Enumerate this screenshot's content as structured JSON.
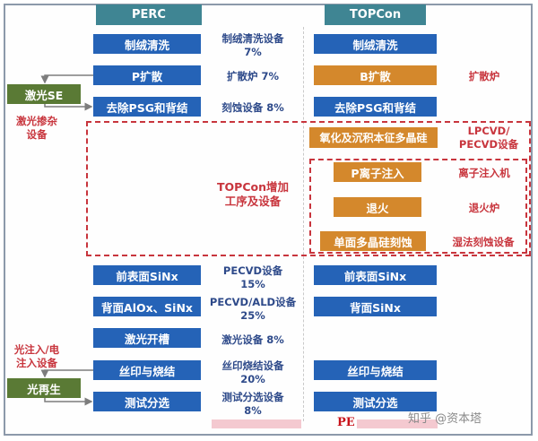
{
  "headers": {
    "perc": "PERC",
    "topcon": "TOPCon"
  },
  "perc_steps": [
    {
      "label": "制绒清洗",
      "equipment": "制绒清洗设备\n7%"
    },
    {
      "label": "P扩散",
      "equipment": "扩散炉 7%"
    },
    {
      "label": "去除PSG和背结",
      "equipment": "刻蚀设备 8%"
    },
    {
      "label": "前表面SiNx",
      "equipment": "PECVD设备\n15%"
    },
    {
      "label": "背面AlOx、SiNx",
      "equipment": "PECVD/ALD设备\n25%"
    },
    {
      "label": "激光开槽",
      "equipment": "激光设备 8%"
    },
    {
      "label": "丝印与烧结",
      "equipment": "丝印烧结设备\n20%"
    },
    {
      "label": "测试分选",
      "equipment": "测试分选设备\n8%"
    }
  ],
  "topcon_steps": [
    {
      "label": "制绒清洗",
      "color": "blue"
    },
    {
      "label": "B扩散",
      "color": "orange",
      "equipment": "扩散炉"
    },
    {
      "label": "去除PSG和背结",
      "color": "blue"
    },
    {
      "label": "氧化及沉积本征多晶硅",
      "color": "orange",
      "equipment": "LPCVD/\nPECVD设备"
    },
    {
      "label": "P离子注入",
      "color": "orange",
      "equipment": "离子注入机"
    },
    {
      "label": "退火",
      "color": "orange",
      "equipment": "退火炉"
    },
    {
      "label": "单面多晶硅刻蚀",
      "color": "orange",
      "equipment": "湿法刻蚀设备"
    },
    {
      "label": "前表面SiNx",
      "color": "blue"
    },
    {
      "label": "背面SiNx",
      "color": "blue"
    },
    {
      "label": "丝印与烧结",
      "color": "blue"
    },
    {
      "label": "测试分选",
      "color": "blue"
    }
  ],
  "side_steps": {
    "laser_se": {
      "label": "激光SE",
      "note": "激光掺杂\n设备"
    },
    "light_regen": {
      "label": "光再生",
      "note": "光注入/电\n注入设备"
    }
  },
  "topcon_added": "TOPCon增加\n工序及设备",
  "footer": {
    "pe_text": "PE",
    "watermark": "知乎 @资本塔"
  },
  "colors": {
    "header": "#3f8593",
    "perc_blue": "#2563b7",
    "topcon_orange": "#d4882c",
    "side_green": "#5a7a35",
    "highlight_red": "#c8353d"
  }
}
